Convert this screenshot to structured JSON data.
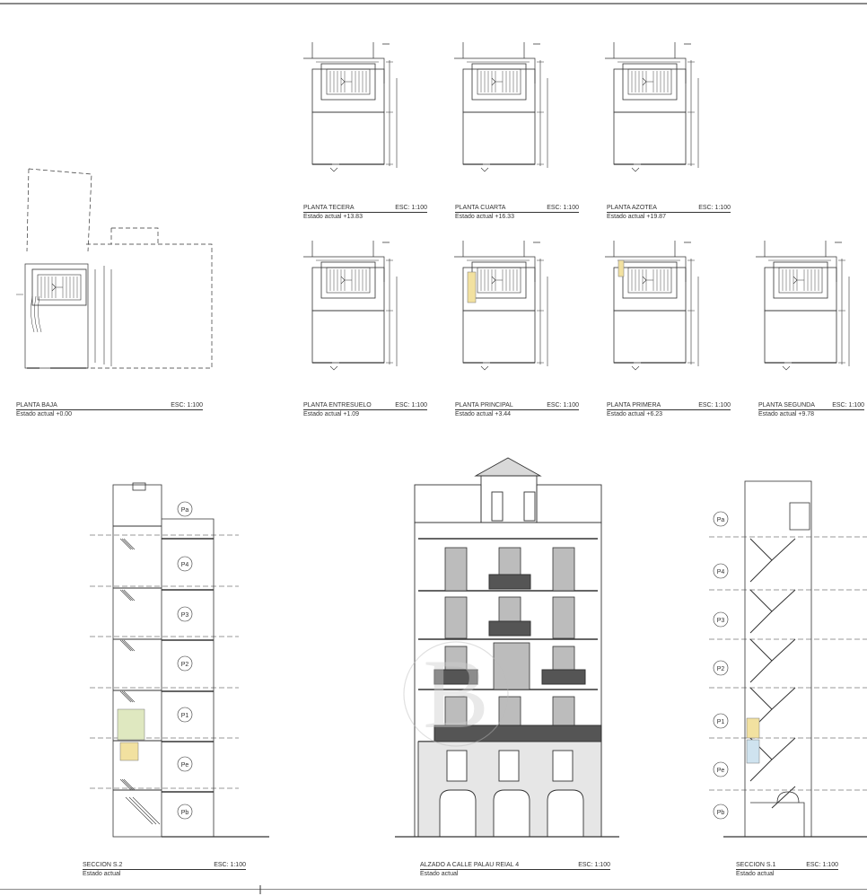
{
  "plans": [
    {
      "id": "tercera",
      "title": "PLANTA TECERA",
      "scale": "ESC: 1:100",
      "status": "Estado actual +13.83"
    },
    {
      "id": "cuarta",
      "title": "PLANTA CUARTA",
      "scale": "ESC: 1:100",
      "status": "Estado actual +16.33"
    },
    {
      "id": "azotea",
      "title": "PLANTA AZOTEA",
      "scale": "ESC: 1:100",
      "status": "Estado actual +19.87"
    },
    {
      "id": "baja",
      "title": "PLANTA BAJA",
      "scale": "ESC: 1:100",
      "status": "Estado actual +0.00"
    },
    {
      "id": "entresuelo",
      "title": "PLANTA ENTRESUELO",
      "scale": "ESC: 1:100",
      "status": "Estado actual +1.09"
    },
    {
      "id": "principal",
      "title": "PLANTA PRINCIPAL",
      "scale": "ESC: 1:100",
      "status": "Estado actual +3.44"
    },
    {
      "id": "primera",
      "title": "PLANTA PRIMERA",
      "scale": "ESC: 1:100",
      "status": "Estado actual +6.23"
    },
    {
      "id": "segunda",
      "title": "PLANTA SEGUNDA",
      "scale": "ESC: 1:100",
      "status": "Estado actual +9.78"
    }
  ],
  "sections": [
    {
      "id": "s2",
      "title": "SECCION S.2",
      "scale": "ESC: 1:100",
      "status": "Estado actual"
    },
    {
      "id": "alzado",
      "title": "ALZADO A CALLE PALAU REIAL 4",
      "scale": "ESC: 1:100",
      "status": "Estado actual"
    },
    {
      "id": "s1",
      "title": "SECCION S.1",
      "scale": "ESC: 1:100",
      "status": "Estado actual"
    }
  ],
  "floor_tags": [
    "Pa",
    "P4",
    "P3",
    "P2",
    "P1",
    "Pe",
    "Pb"
  ],
  "watermark_letter": "B",
  "colors": {
    "line": "#3a3a3a",
    "highlight_yellow": "#f2e1a0",
    "highlight_blue": "#cfe3ef",
    "paper": "#ffffff"
  }
}
